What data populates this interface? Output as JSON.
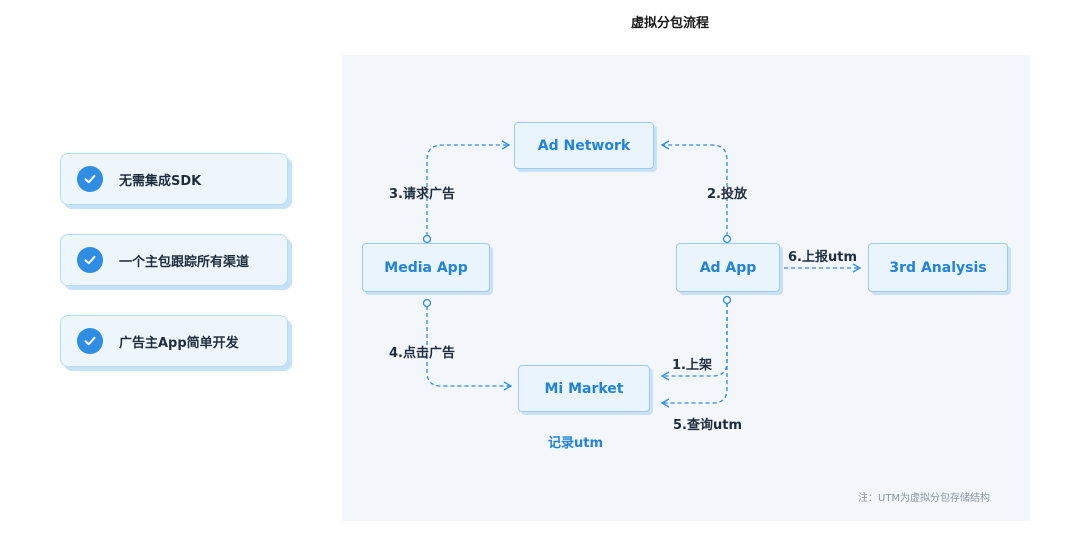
{
  "title": "虚拟分包流程",
  "features": [
    {
      "label": "无需集成SDK"
    },
    {
      "label": "一个主包跟踪所有渠道"
    },
    {
      "label": "广告主App简单开发"
    }
  ],
  "nodes": {
    "ad_network": "Ad Network",
    "media_app": "Media App",
    "ad_app": "Ad App",
    "analysis": "3rd Analysis",
    "market": "Mi Market"
  },
  "edges": {
    "step1": "1.上架",
    "step2": "2.投放",
    "step3": "3.请求广告",
    "step4": "4.点击广告",
    "step5": "5.查询utm",
    "step6": "6.上报utm"
  },
  "market_note": "记录utm",
  "footnote": "注：UTM为虚拟分包存储结构",
  "colors": {
    "accent": "#2f8de4",
    "node_bg": "#eaf4fd",
    "panel_bg": "#f3f6fa"
  }
}
